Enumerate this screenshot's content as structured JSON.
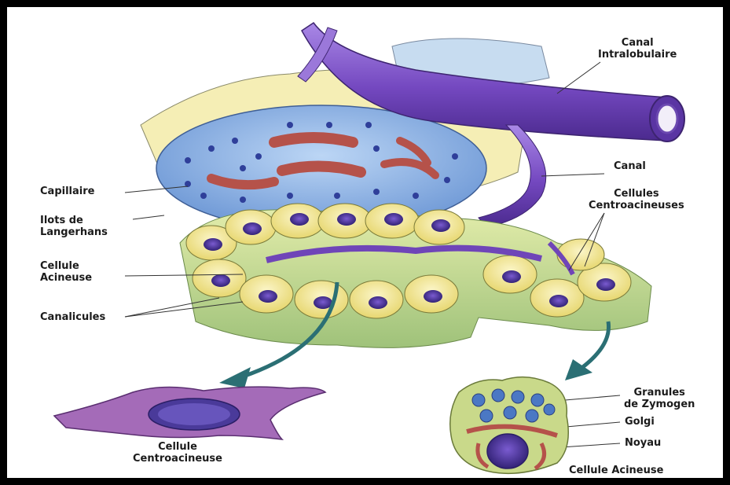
{
  "labels": {
    "canal_intralobulaire": [
      "Canal",
      "Intralobulaire"
    ],
    "canal": "Canal",
    "cellules_centroacineuses": [
      "Cellules",
      "Centroacineuses"
    ],
    "capillaire": "Capillaire",
    "ilots": [
      "Ilots de",
      "Langerhans"
    ],
    "cellule_acineuse_main": [
      "Cellule",
      "Acineuse"
    ],
    "canalicules": "Canalicules",
    "cellule_centroacineuse": [
      "Cellule",
      "Centroacineuse"
    ],
    "granules": [
      "Granules",
      "de Zymogen"
    ],
    "golgi": "Golgi",
    "noyau": "Noyau",
    "cellule_acineuse_detail": "Cellule Acineuse"
  },
  "colors": {
    "duct": "#7e4fc4",
    "acinar_cell": "#f3e99a",
    "acinar_base": "#c9dc8a",
    "islet_cell": "#8fb8e8",
    "nucleus": "#3b2a8a",
    "capillary": "#b5524a",
    "frame": "#000000"
  }
}
